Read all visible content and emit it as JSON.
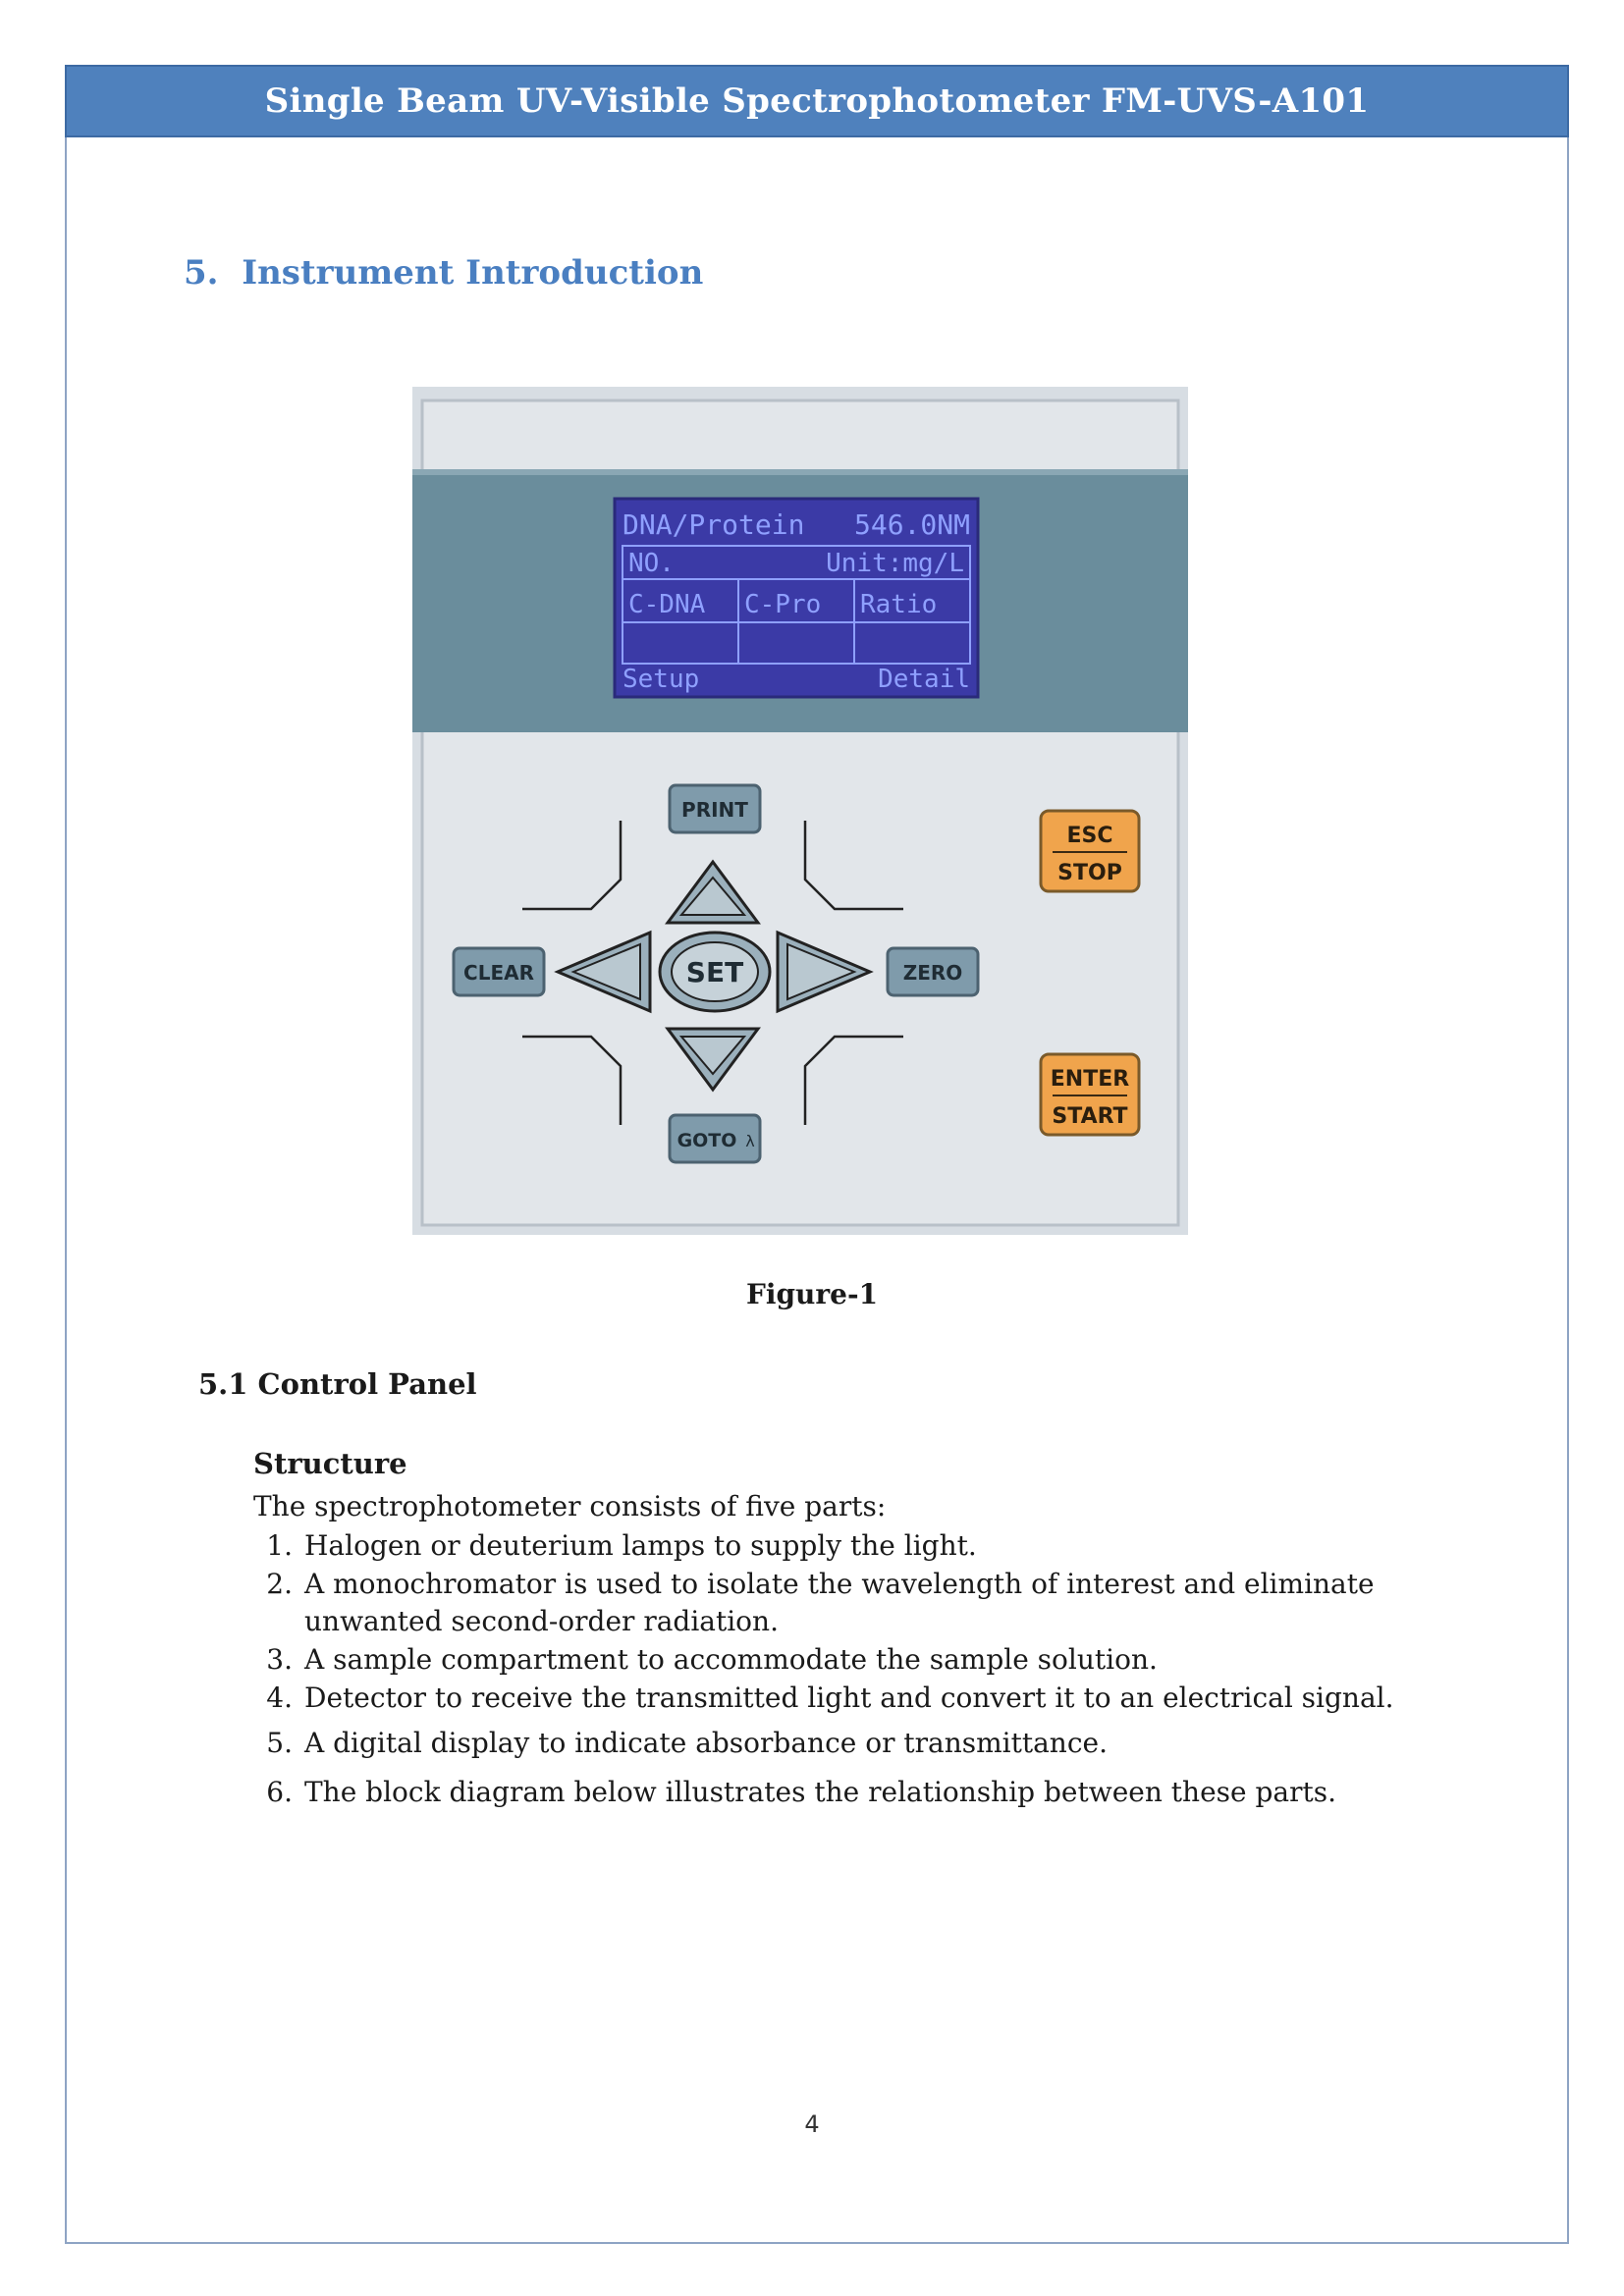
{
  "header": {
    "title": "Single Beam UV-Visible Spectrophotometer FM-UVS-A101"
  },
  "section": {
    "number": "5.",
    "heading": "Instrument Introduction"
  },
  "figure": {
    "caption": "Figure-1",
    "lcd": {
      "row1_left": "DNA/Protein",
      "row1_right": "546.0NM",
      "row2_left": "NO.",
      "row2_right": "Unit:mg/L",
      "col1": "C-DNA",
      "col2": "C-Pro",
      "col3": "Ratio",
      "footer_left": "Setup",
      "footer_right": "Detail"
    },
    "keys": {
      "print": "PRINT",
      "clear": "CLEAR",
      "set": "SET",
      "zero": "ZERO",
      "goto": "GOTO",
      "goto_symbol": "λ",
      "esc": "ESC",
      "stop": "STOP",
      "enter": "ENTER",
      "start": "START"
    },
    "colors": {
      "panel": "#dfe4ea",
      "display_band": "#6a8d9c",
      "key": "#7f9bab",
      "orange_key": "#f0a44c",
      "lcd": "#3a3aa8"
    }
  },
  "subsection": {
    "heading": "5.1 Control Panel"
  },
  "structure": {
    "heading": "Structure",
    "intro": "The spectrophotometer consists of five parts:",
    "items": [
      {
        "num": "1.",
        "text": "Halogen or deuterium lamps to supply the light."
      },
      {
        "num": "2.",
        "text": "A monochromator is used to isolate the wavelength of interest and eliminate unwanted second-order radiation."
      },
      {
        "num": "3.",
        "text": "A sample compartment to accommodate the sample solution."
      },
      {
        "num": "4.",
        "text": "Detector to receive the transmitted light and convert it to an electrical signal."
      },
      {
        "num": "5.",
        "text": "A digital display to indicate absorbance or transmittance."
      },
      {
        "num": "6.",
        "text": "The block diagram below illustrates the relationship between these parts."
      }
    ]
  },
  "page_number": "4"
}
